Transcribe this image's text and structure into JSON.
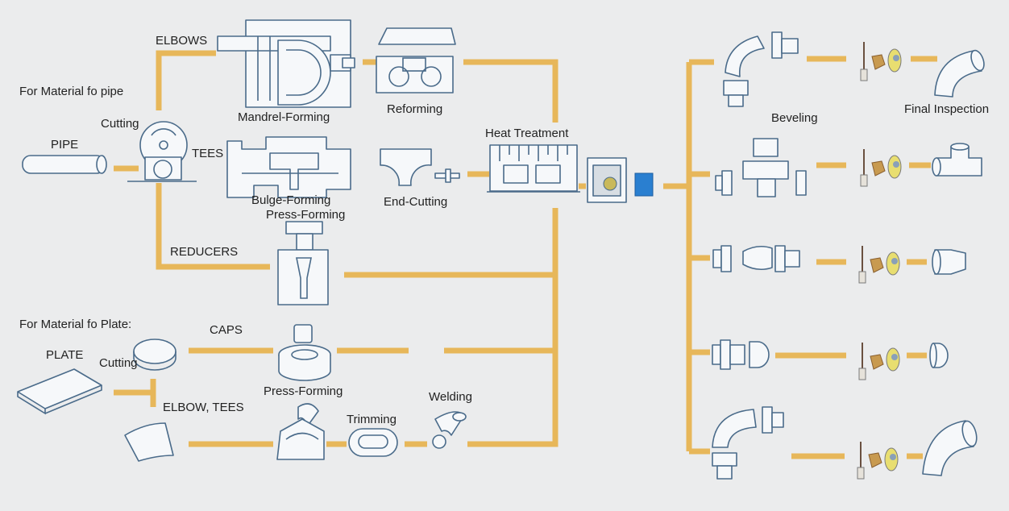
{
  "colors": {
    "background": "#ebeced",
    "flow_line": "#e7b75a",
    "outline": "#4a6b8a",
    "monitor_blue": "#2a7fd0"
  },
  "labels": {
    "material_pipe": "For Material fo pipe",
    "pipe": "PIPE",
    "cutting_pipe": "Cutting",
    "elbows": "ELBOWS",
    "tees": "TEES",
    "reducers": "REDUCERS",
    "mandrel_forming": "Mandrel-Forming",
    "reforming": "Reforming",
    "bulge_forming": "Bulge-Forming",
    "press_forming_top": "Press-Forming",
    "end_cutting": "End-Cutting",
    "heat_treatment": "Heat Treatment",
    "beveling": "Beveling",
    "final_inspection": "Final Inspection",
    "material_plate": "For Material fo Plate:",
    "plate": "PLATE",
    "cutting_plate": "Cutting",
    "caps": "CAPS",
    "press_forming_bottom": "Press-Forming",
    "elbow_tees": "ELBOW, TEES",
    "trimming": "Trimming",
    "welding": "Welding"
  },
  "icons": [
    "pipe-icon",
    "cutting-machine-icon",
    "mandrel-forming-machine-icon",
    "reforming-machine-icon",
    "bulge-forming-machine-icon",
    "end-cutting-machine-icon",
    "heat-treatment-furnace-icon",
    "inspection-station-icon",
    "reducer-press-icon",
    "plate-icon",
    "disc-blank-icon",
    "cap-press-icon",
    "curved-plate-icon",
    "press-forming-machine-icon",
    "trimming-ring-icon",
    "welding-elbow-icon",
    "beveling-machine-icon",
    "inspection-tools-icon",
    "finished-elbow-icon",
    "finished-tee-icon",
    "finished-reducer-icon",
    "finished-cap-icon",
    "finished-long-elbow-icon"
  ]
}
